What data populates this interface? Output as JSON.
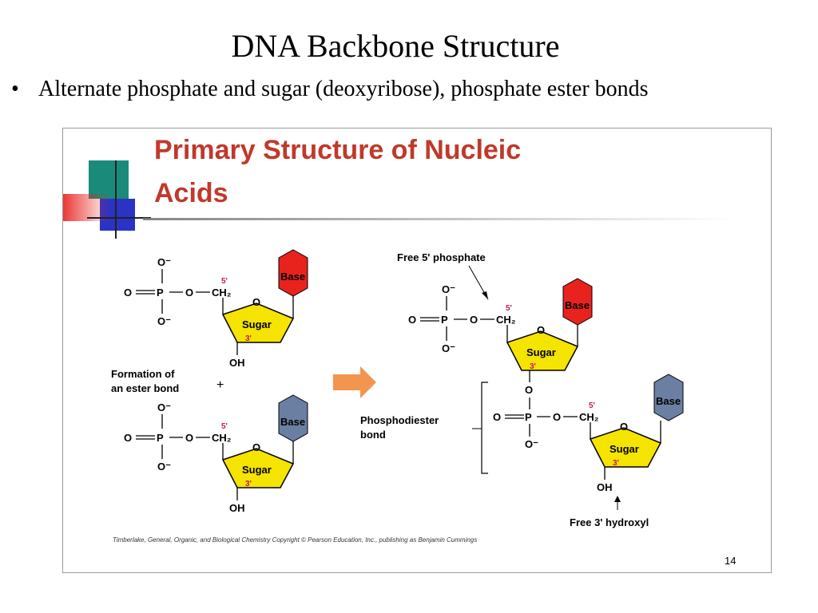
{
  "slide": {
    "title": "DNA Backbone Structure",
    "bullet": "Alternate phosphate and sugar (deoxyribose), phosphate ester bonds"
  },
  "figure": {
    "title_line1": "Primary Structure of Nucleic",
    "title_line2": "Acids",
    "title_color": "#c0392b",
    "base_red_color": "#e8231e",
    "base_blue_color": "#6b7fa3",
    "sugar_color": "#f5e300",
    "arrow_color": "#f08a3c",
    "labels": {
      "base": "Base",
      "sugar": "Sugar",
      "o_minus": "O⁻",
      "o": "O",
      "p": "P",
      "o_eq": "O",
      "ch2": "CH₂",
      "oh": "OH",
      "prime5": "5'",
      "prime3": "3'",
      "formation": "Formation of",
      "ester_bond": "an ester bond",
      "plus": "+",
      "free5": "Free 5' phosphate",
      "phosphodiester": "Phosphodiester",
      "bond": "bond",
      "free3": "Free 3' hydroxyl"
    },
    "credit": "Timberlake, General, Organic, and Biological Chemistry  Copyright © Pearson Education, Inc., publishing as Benjamin Cummings",
    "page_number": "14"
  }
}
